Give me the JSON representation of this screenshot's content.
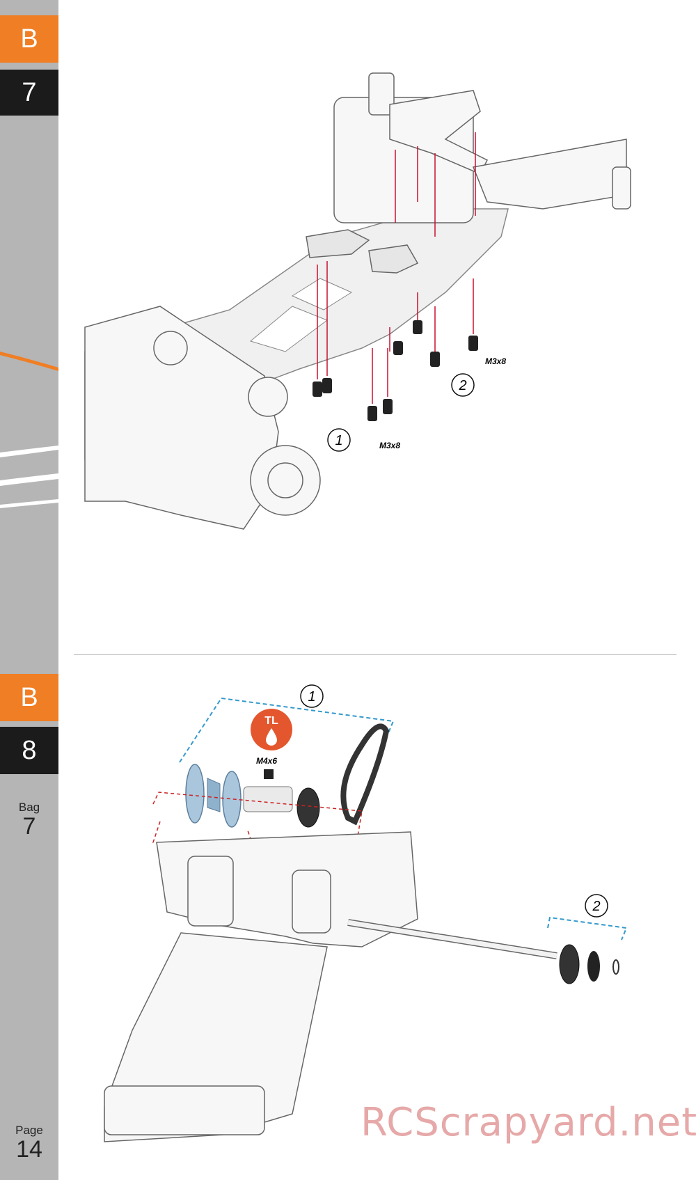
{
  "section_top": {
    "letter": "B",
    "step": "7"
  },
  "section_bottom": {
    "letter": "B",
    "step": "8"
  },
  "bag": {
    "label": "Bag",
    "number": "7"
  },
  "page": {
    "label": "Page",
    "number": "14"
  },
  "step7": {
    "callouts": {
      "one": "1",
      "two": "2"
    },
    "screw_label_1": "M3x8",
    "screw_label_2": "M3x8"
  },
  "step8": {
    "callouts": {
      "one": "1",
      "two": "2"
    },
    "threadlock_badge": "TL",
    "screw_label": "M4x6"
  },
  "watermark": "RCScrapyard.net",
  "colors": {
    "orange": "#f07e24",
    "black": "#1b1b1b",
    "sidebar_gray": "#b5b5b5",
    "screw_line_red": "#c8102e",
    "bracket_blue": "#3399cc",
    "bracket_red": "#cc2222"
  }
}
